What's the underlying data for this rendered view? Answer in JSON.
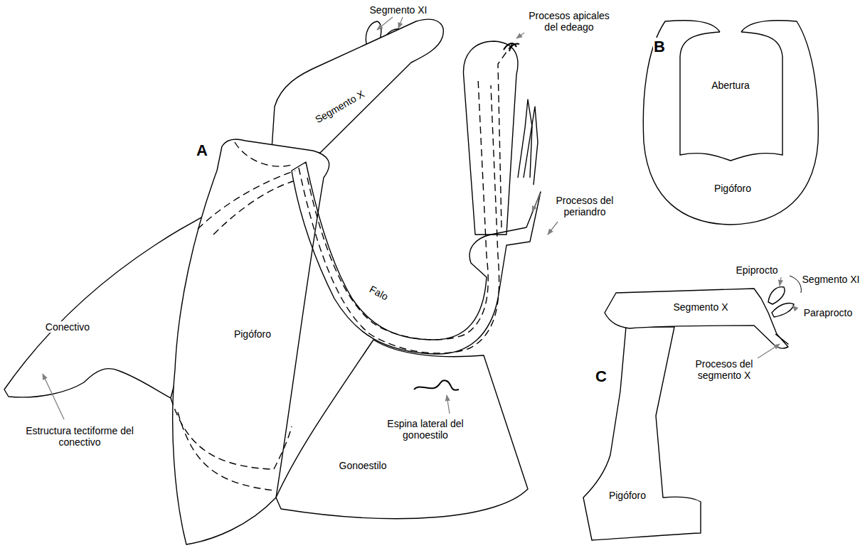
{
  "diagram": {
    "labels": [
      "A",
      "Segmento XI",
      "Segmento X",
      "Procesos apicales del edeago",
      "Procesos del periandro",
      "Falo",
      "Conectivo",
      "Pigóforo",
      "Estructura tectiforme del conectivo",
      "Gonoestilo",
      "Espina lateral del gonoestilo",
      "B",
      "Abertura",
      "Pigóforo",
      "C",
      "Epiprocto",
      "Segmento XI",
      "Segmento X",
      "Paraprocto",
      "Procesos del segmento X",
      "Pigóforo"
    ]
  }
}
